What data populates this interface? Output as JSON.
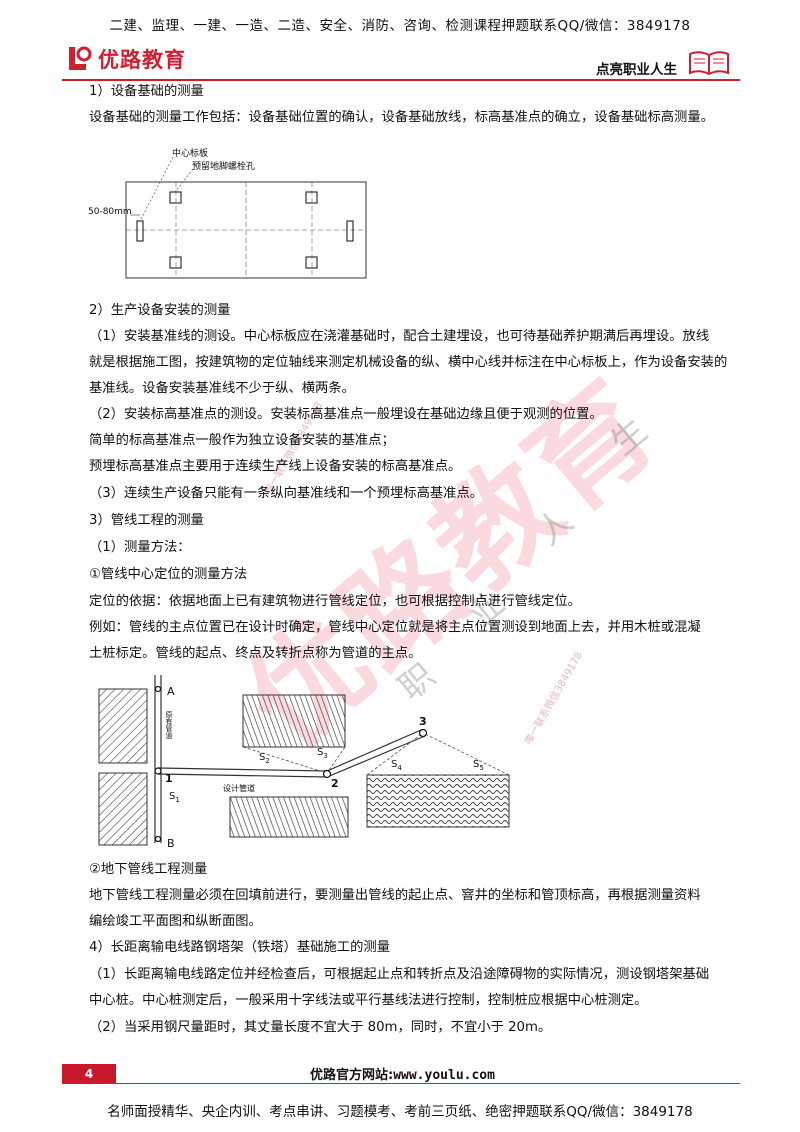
{
  "header": {
    "banner": "二建、监理、一建、一造、二造、安全、消防、咨询、检测课程押题联系QQ/微信：3849178",
    "logo_text": "优路教育",
    "slogan": "点亮职业人生"
  },
  "body": {
    "s1_heading": "1）设备基础的测量",
    "s1_text": "设备基础的测量工作包括：设备基础位置的确认，设备基础放线，标高基准点的确立，设备基础标高测量。",
    "d1": {
      "label_board": "中心标板",
      "label_hole": "预留地脚螺栓孔",
      "label_dim": "50-80mm"
    },
    "s2_heading": "2）生产设备安装的测量",
    "s2_p1a": "（1）安装基准线的测设。中心标板应在浇灌基础时，配合土建埋设，也可待基础养护期满后再埋设。放线",
    "s2_p1b": "就是根据施工图，按建筑物的定位轴线来测定机械设备的纵、横中心线并标注在中心标板上，作为设备安装的",
    "s2_p1c": "基准线。设备安装基准线不少于纵、横两条。",
    "s2_p2": "（2）安装标高基准点的测设。安装标高基准点一般埋设在基础边缘且便于观测的位置。",
    "s2_p3": "简单的标高基准点一般作为独立设备安装的基准点；",
    "s2_p4": "预埋标高基准点主要用于连续生产线上设备安装的标高基准点。",
    "s2_p5": "（3）连续生产设备只能有一条纵向基准线和一个预埋标高基准点。",
    "s3_heading": "3）管线工程的测量",
    "s3_m": "（1）测量方法：",
    "s3_a": "①管线中心定位的测量方法",
    "s3_b": "定位的依据：依据地面上已有建筑物进行管线定位，也可根据控制点进行管线定位。",
    "s3_c1": "例如：管线的主点位置已在设计时确定，管线中心定位就是将主点位置测设到地面上去，并用木桩或混凝",
    "s3_c2": "土桩标定。管线的起点、终点及转折点称为管道的主点。",
    "d2": {
      "A": "A",
      "B": "B",
      "p1": "1",
      "p2": "2",
      "p3": "3",
      "existing": "原有管道",
      "design": "设计管道",
      "s1": "S",
      "s2": "S",
      "s3": "S",
      "s4": "S",
      "s5": "S",
      "n1": "1",
      "n2": "2",
      "n3": "3",
      "n4": "4",
      "n5": "5"
    },
    "s3_d": "②地下管线工程测量",
    "s3_e1": "地下管线工程测量必须在回填前进行，要测量出管线的起止点、窨井的坐标和管顶标高，再根据测量资料",
    "s3_e2": "编绘竣工平面图和纵断面图。",
    "s4_heading": "4）长距离输电线路钢塔架（铁塔）基础施工的测量",
    "s4_p1a": "（1）长距离输电线路定位并经检查后，可根据起止点和转折点及沿途障碍物的实际情况，测设钢塔架基础",
    "s4_p1b": "中心桩。中心桩测定后，一般采用十字线法或平行基线法进行控制，控制桩应根据中心桩测定。",
    "s4_p2": "（2）当采用钢尺量距时，其丈量长度不宜大于 80m，同时，不宜小于 20m。"
  },
  "watermark": {
    "big": "优路教育",
    "chars": [
      "职",
      "业",
      "人",
      "生"
    ],
    "small1": "唯一联系微信3849178",
    "small2": "唯一联系微信3849178"
  },
  "footer": {
    "page_number": "4",
    "site_label": "优路官方网站:",
    "site_url": "www.youlu.com",
    "banner": "名师面授精华、央企内训、考点串讲、习题模考、考前三页纸、绝密押题联系QQ/微信：3849178"
  },
  "colors": {
    "brand_red": "#d0202e"
  }
}
